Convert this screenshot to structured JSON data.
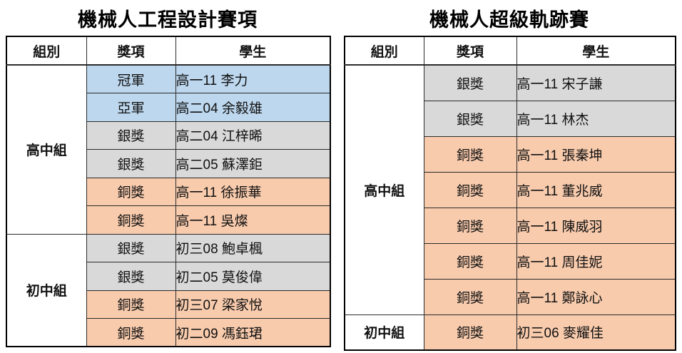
{
  "colors": {
    "champion_blue": "#BDD7EE",
    "silver_gray": "#D9D9D9",
    "bronze_orange": "#F8CBAD",
    "border": "#2B2B2B",
    "outer_border": "#000000"
  },
  "tables": [
    {
      "title": "機械人工程設計賽項",
      "headers": [
        "組別",
        "獎項",
        "學生"
      ],
      "groups": [
        {
          "name": "高中組",
          "rows": [
            {
              "award": "冠軍",
              "student": "高一11 李力",
              "tone": "blue"
            },
            {
              "award": "亞軍",
              "student": "高二04 余毅雄",
              "tone": "blue"
            },
            {
              "award": "銀獎",
              "student": "高二04 江梓晞",
              "tone": "gray"
            },
            {
              "award": "銀獎",
              "student": "高二05 蘇澤鉅",
              "tone": "gray"
            },
            {
              "award": "銅獎",
              "student": "高一11 徐振華",
              "tone": "orange"
            },
            {
              "award": "銅獎",
              "student": "高一11 吳燦",
              "tone": "orange"
            }
          ]
        },
        {
          "name": "初中組",
          "rows": [
            {
              "award": "銀獎",
              "student": "初三08 鮑卓楓",
              "tone": "gray"
            },
            {
              "award": "銀獎",
              "student": "初二05 莫俊偉",
              "tone": "gray"
            },
            {
              "award": "銅獎",
              "student": "初三07 梁家悅",
              "tone": "orange"
            },
            {
              "award": "銅獎",
              "student": "初二09 馮鈺珺",
              "tone": "orange"
            }
          ]
        }
      ]
    },
    {
      "title": "機械人超級軌跡賽",
      "headers": [
        "組別",
        "獎項",
        "學生"
      ],
      "groups": [
        {
          "name": "高中組",
          "rows": [
            {
              "award": "銀獎",
              "student": "高一11 宋子謙",
              "tone": "gray"
            },
            {
              "award": "銀獎",
              "student": "高一11 林杰",
              "tone": "gray"
            },
            {
              "award": "銅獎",
              "student": "高一11 張秦坤",
              "tone": "orange"
            },
            {
              "award": "銅獎",
              "student": "高一11 董兆威",
              "tone": "orange"
            },
            {
              "award": "銅獎",
              "student": "高一11 陳威羽",
              "tone": "orange"
            },
            {
              "award": "銅獎",
              "student": "高一11 周佳妮",
              "tone": "orange"
            },
            {
              "award": "銅獎",
              "student": "高一11 鄭詠心",
              "tone": "orange"
            }
          ]
        },
        {
          "name": "初中組",
          "rows": [
            {
              "award": "銅獎",
              "student": "初三06 麥耀佳",
              "tone": "orange"
            }
          ]
        }
      ]
    }
  ]
}
